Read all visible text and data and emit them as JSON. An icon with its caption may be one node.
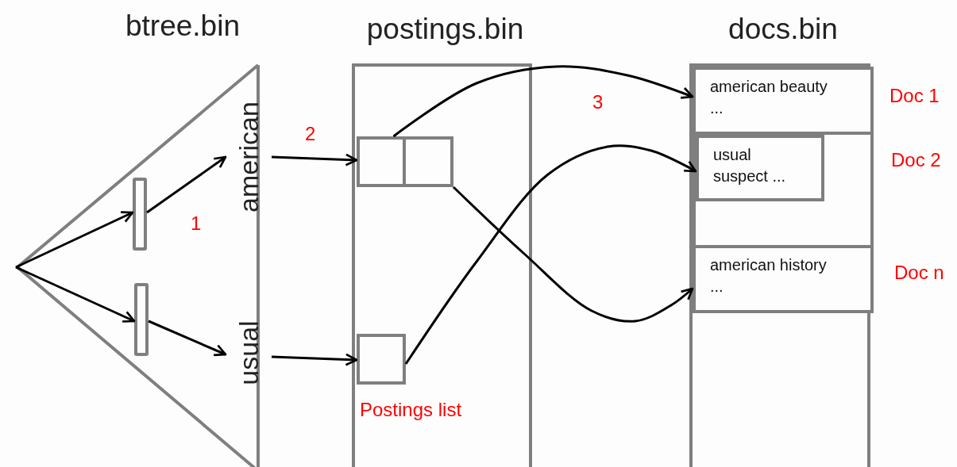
{
  "diagram": {
    "nodes": [
      {
        "text": [
          "btree.bin"
        ]
      },
      {
        "text": [],
        "shape": "bar",
        "in": 0
      },
      {
        "text": [],
        "shape": "bar",
        "in": 0
      },
      {
        "text": [
          "american"
        ],
        "in": 0
      },
      {
        "text": [
          "usual"
        ],
        "in": 0
      },
      {
        "text": [
          "postings.bin"
        ]
      },
      {
        "text": [],
        "shape": "box",
        "in": 5
      },
      {
        "text": [],
        "shape": "box",
        "in": 5
      },
      {
        "text": [],
        "shape": "box",
        "in": 5
      },
      {
        "text": [
          "docs.bin"
        ]
      },
      {
        "text": [
          "american beauty ..."
        ],
        "beside": [
          "Doc 1"
        ],
        "in": 9
      },
      {
        "text": [],
        "shape": "box",
        "beside": [
          "Doc 2"
        ],
        "in": 9
      },
      {
        "text": [
          "usual suspect ..."
        ],
        "in": 11
      },
      {
        "text": [
          "american history ..."
        ],
        "beside": [
          "Doc n"
        ],
        "in": 9
      }
    ],
    "edges": [
      {
        "from": 0,
        "to": 1,
        "arrow": "to"
      },
      {
        "from": 0,
        "to": 2,
        "arrow": "to"
      },
      {
        "from": 1,
        "to": 3,
        "arrow": "to"
      },
      {
        "from": 2,
        "to": 4,
        "arrow": "to"
      },
      {
        "from": 3,
        "to": 6,
        "arrow": "to"
      },
      {
        "from": 4,
        "to": 8,
        "arrow": "to"
      },
      {
        "from": 6,
        "to": 10,
        "arrow": "to"
      },
      {
        "from": 7,
        "to": 13,
        "arrow": "to"
      },
      {
        "from": 8,
        "to": 12,
        "arrow": "to"
      }
    ],
    "labels": [
      "1",
      "2",
      "3",
      "Postings list"
    ]
  }
}
